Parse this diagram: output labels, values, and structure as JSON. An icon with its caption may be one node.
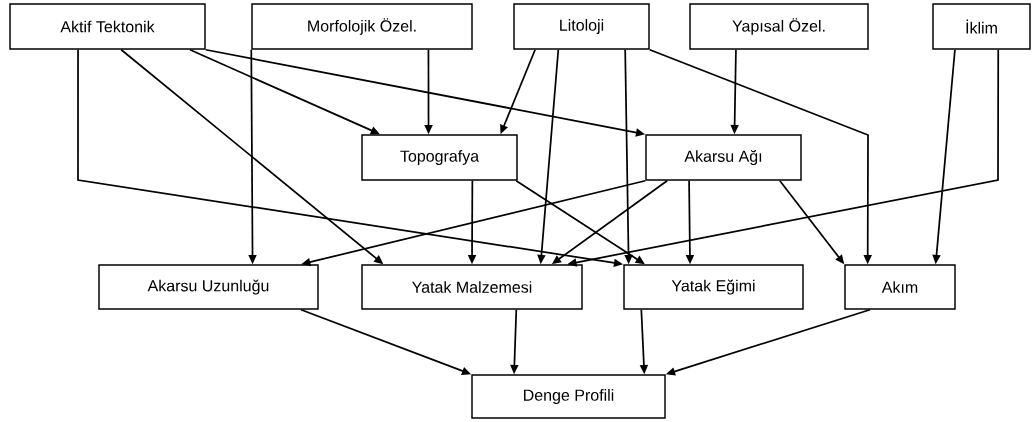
{
  "diagram": {
    "nodes": [
      {
        "text": [
          "Aktif Tektonik"
        ]
      },
      {
        "text": [
          "Morfolojik Özel."
        ]
      },
      {
        "text": [
          "Litoloji"
        ]
      },
      {
        "text": [
          "Yapısal Özel."
        ]
      },
      {
        "text": [
          "İklim"
        ]
      },
      {
        "text": [
          "Topografya"
        ]
      },
      {
        "text": [
          "Akarsu Ağı"
        ]
      },
      {
        "text": [
          "Akarsu Uzunluğu"
        ]
      },
      {
        "text": [
          "Yatak Malzemesi"
        ]
      },
      {
        "text": [
          "Yatak Eğimi"
        ]
      },
      {
        "text": [
          "Akım"
        ]
      },
      {
        "text": [
          "Denge Profili"
        ]
      }
    ],
    "edges": [
      {
        "from": 0,
        "to": 5,
        "arrow": "to"
      },
      {
        "from": 0,
        "to": 6,
        "arrow": "to"
      },
      {
        "from": 0,
        "to": 8,
        "arrow": "to"
      },
      {
        "from": 0,
        "to": 9,
        "arrow": "to"
      },
      {
        "from": 1,
        "to": 5,
        "arrow": "to"
      },
      {
        "from": 1,
        "to": 7,
        "arrow": "to"
      },
      {
        "from": 2,
        "to": 5,
        "arrow": "to"
      },
      {
        "from": 2,
        "to": 8,
        "arrow": "to"
      },
      {
        "from": 2,
        "to": 9,
        "arrow": "to"
      },
      {
        "from": 2,
        "to": 10,
        "arrow": "to"
      },
      {
        "from": 3,
        "to": 6,
        "arrow": "to"
      },
      {
        "from": 4,
        "to": 10,
        "arrow": "to"
      },
      {
        "from": 4,
        "to": 8,
        "arrow": "to"
      },
      {
        "from": 5,
        "to": 8,
        "arrow": "to"
      },
      {
        "from": 5,
        "to": 9,
        "arrow": "to"
      },
      {
        "from": 6,
        "to": 7,
        "arrow": "to"
      },
      {
        "from": 6,
        "to": 8,
        "arrow": "to"
      },
      {
        "from": 6,
        "to": 9,
        "arrow": "to"
      },
      {
        "from": 6,
        "to": 10,
        "arrow": "to"
      },
      {
        "from": 7,
        "to": 11,
        "arrow": "to"
      },
      {
        "from": 8,
        "to": 11,
        "arrow": "to"
      },
      {
        "from": 9,
        "to": 11,
        "arrow": "to"
      },
      {
        "from": 10,
        "to": 11,
        "arrow": "to"
      }
    ]
  }
}
